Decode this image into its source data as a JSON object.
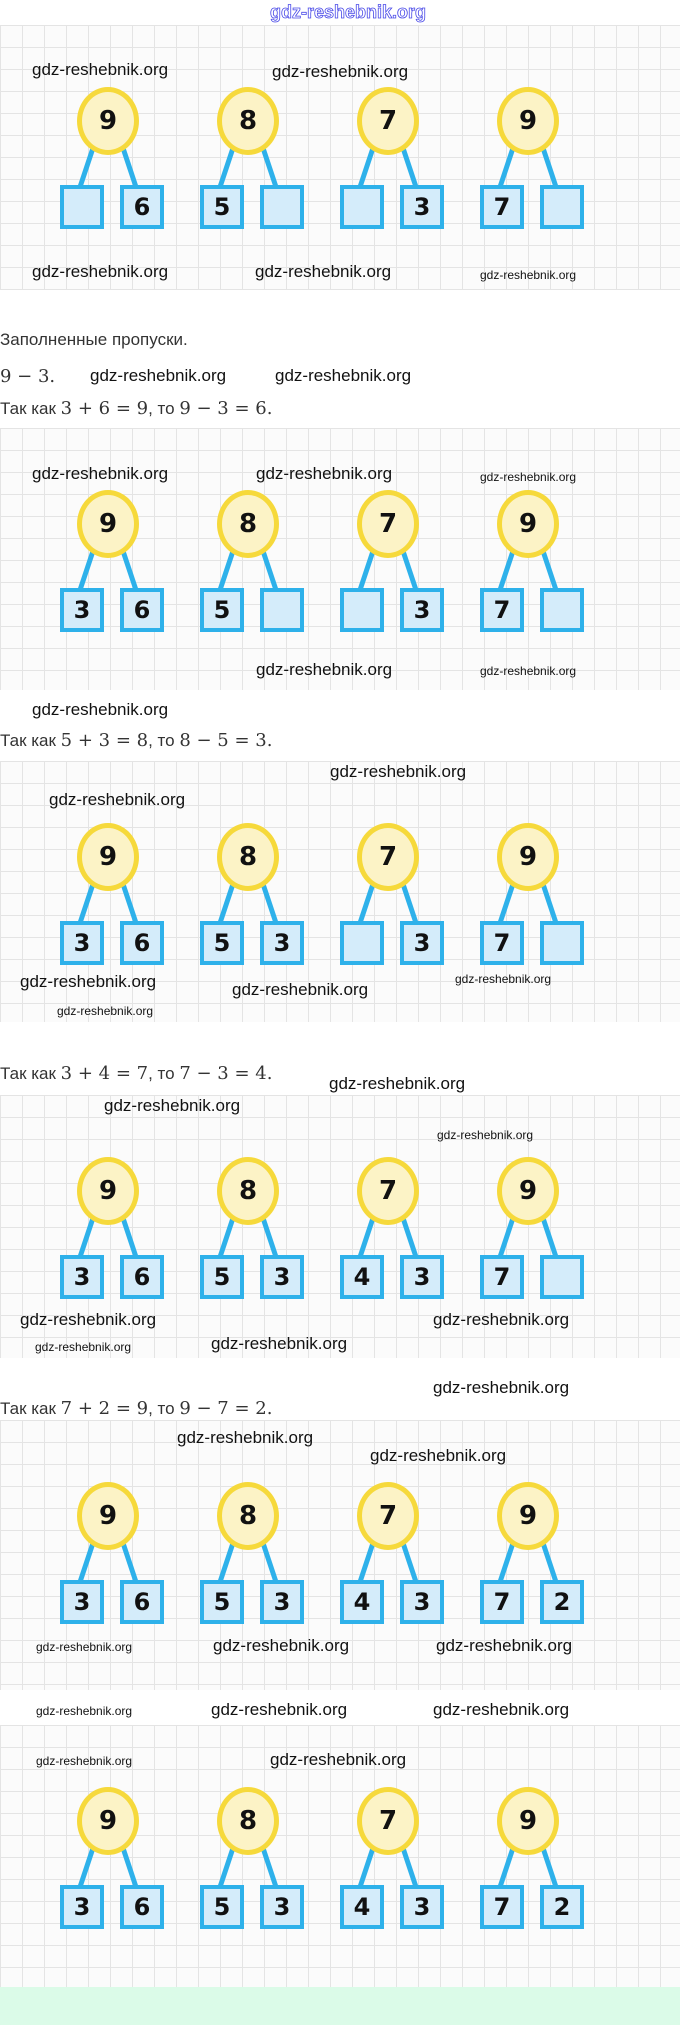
{
  "watermark": "gdz-reshebnik.org",
  "intro_label": "Заполненные пропуски.",
  "first_expr": "9 − 3.",
  "explanations": [
    {
      "prefix": "Так как ",
      "math1": "3 + 6 = 9",
      "mid": ", то ",
      "math2": "9 − 3 = 6."
    },
    {
      "prefix": "Так как ",
      "math1": "5 + 3 = 8",
      "mid": ", то ",
      "math2": "8 − 5 = 3."
    },
    {
      "prefix": "Так как ",
      "math1": "3 + 4 = 7",
      "mid": ", то ",
      "math2": "7 − 3 = 4."
    },
    {
      "prefix": "Так как ",
      "math1": "7 + 2 = 9",
      "mid": ", то ",
      "math2": "9 − 7 = 2."
    }
  ],
  "panels": [
    [
      {
        "top": "9",
        "left": "",
        "right": "6"
      },
      {
        "top": "8",
        "left": "5",
        "right": ""
      },
      {
        "top": "7",
        "left": "",
        "right": "3"
      },
      {
        "top": "9",
        "left": "7",
        "right": ""
      }
    ],
    [
      {
        "top": "9",
        "left": "3",
        "right": "6"
      },
      {
        "top": "8",
        "left": "5",
        "right": ""
      },
      {
        "top": "7",
        "left": "",
        "right": "3"
      },
      {
        "top": "9",
        "left": "7",
        "right": ""
      }
    ],
    [
      {
        "top": "9",
        "left": "3",
        "right": "6"
      },
      {
        "top": "8",
        "left": "5",
        "right": "3"
      },
      {
        "top": "7",
        "left": "",
        "right": "3"
      },
      {
        "top": "9",
        "left": "7",
        "right": ""
      }
    ],
    [
      {
        "top": "9",
        "left": "3",
        "right": "6"
      },
      {
        "top": "8",
        "left": "5",
        "right": "3"
      },
      {
        "top": "7",
        "left": "4",
        "right": "3"
      },
      {
        "top": "9",
        "left": "7",
        "right": ""
      }
    ],
    [
      {
        "top": "9",
        "left": "3",
        "right": "6"
      },
      {
        "top": "8",
        "left": "5",
        "right": "3"
      },
      {
        "top": "7",
        "left": "4",
        "right": "3"
      },
      {
        "top": "9",
        "left": "7",
        "right": "2"
      }
    ],
    [
      {
        "top": "9",
        "left": "3",
        "right": "6"
      },
      {
        "top": "8",
        "left": "5",
        "right": "3"
      },
      {
        "top": "7",
        "left": "4",
        "right": "3"
      },
      {
        "top": "9",
        "left": "7",
        "right": "2"
      }
    ]
  ],
  "colors": {
    "circle_border": "#f6d93b",
    "circle_fill": "#fcf3c6",
    "box_border": "#2eb1ea",
    "box_fill": "#d4ecfa",
    "footer": "#dbfbe8"
  }
}
